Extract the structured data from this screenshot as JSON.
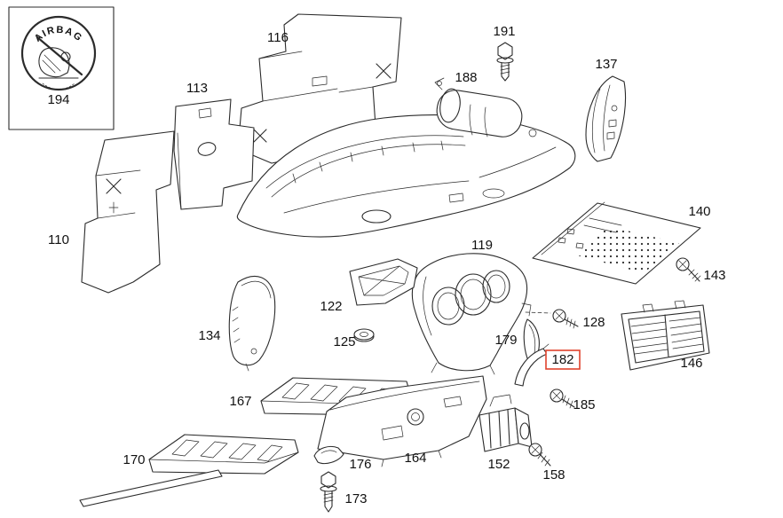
{
  "colors": {
    "background": "#ffffff",
    "line": "#2b2b2b",
    "label_text": "#111111",
    "highlight": "#e0432d"
  },
  "diagram": {
    "type": "exploded-parts-diagram",
    "subject": "instrument-panel-assembly",
    "highlighted_part": "182",
    "airbag_badge": {
      "logo_text": "AIRBAG"
    },
    "parts": {
      "p110": {
        "label": "110"
      },
      "p113": {
        "label": "113"
      },
      "p116": {
        "label": "116"
      },
      "p119": {
        "label": "119"
      },
      "p122": {
        "label": "122"
      },
      "p125": {
        "label": "125"
      },
      "p128": {
        "label": "128"
      },
      "p134": {
        "label": "134"
      },
      "p137": {
        "label": "137"
      },
      "p140": {
        "label": "140"
      },
      "p143": {
        "label": "143"
      },
      "p146": {
        "label": "146"
      },
      "p152": {
        "label": "152"
      },
      "p158": {
        "label": "158"
      },
      "p164": {
        "label": "164"
      },
      "p167": {
        "label": "167"
      },
      "p170": {
        "label": "170"
      },
      "p173": {
        "label": "173"
      },
      "p176": {
        "label": "176"
      },
      "p179": {
        "label": "179"
      },
      "p182": {
        "label": "182"
      },
      "p185": {
        "label": "185"
      },
      "p188": {
        "label": "188"
      },
      "p191": {
        "label": "191"
      },
      "p194": {
        "label": "194"
      }
    }
  }
}
